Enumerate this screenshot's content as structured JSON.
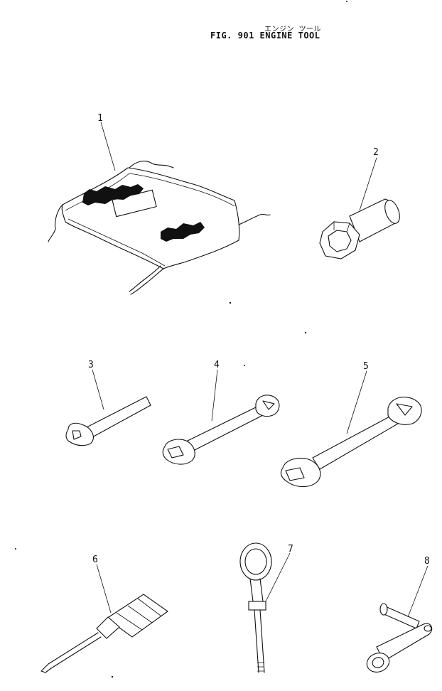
{
  "header": {
    "title_jp": "エンジン ツール",
    "title_en": "FIG. 901  ENGINE TOOL"
  },
  "parts": [
    {
      "number": "1",
      "icon": "tool-bag-icon"
    },
    {
      "number": "2",
      "icon": "hex-socket-icon"
    },
    {
      "number": "3",
      "icon": "single-end-wrench-icon"
    },
    {
      "number": "4",
      "icon": "double-end-wrench-icon"
    },
    {
      "number": "5",
      "icon": "double-end-wrench-large-icon"
    },
    {
      "number": "6",
      "icon": "screwdriver-icon"
    },
    {
      "number": "7",
      "icon": "eye-bolt-icon"
    },
    {
      "number": "8",
      "icon": "crank-handle-icon"
    }
  ]
}
